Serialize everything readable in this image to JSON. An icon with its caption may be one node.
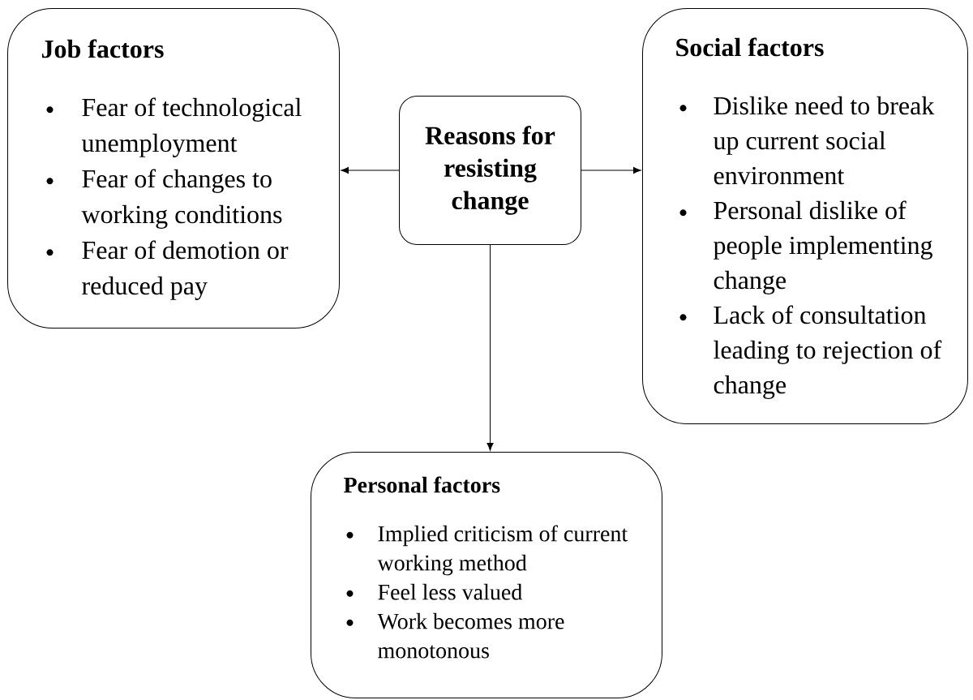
{
  "diagram": {
    "nodes": [
      {
        "text": [
          "Reasons for resisting change"
        ]
      },
      {
        "text": [
          "Job factors",
          "Fear of technological unemployment",
          "Fear of changes to working conditions",
          "Fear of demotion or reduced pay"
        ]
      },
      {
        "text": [
          "Social factors",
          "Dislike need to break up current social environment",
          "Personal dislike of people implementing change",
          "Lack of consultation leading to rejection of change"
        ]
      },
      {
        "text": [
          "Personal factors",
          "Implied criticism of current working method",
          "Feel less valued",
          "Work becomes more monotonous"
        ]
      }
    ],
    "edges": [
      {
        "from": 0,
        "to": 1,
        "arrow": "to"
      },
      {
        "from": 0,
        "to": 2,
        "arrow": "to"
      },
      {
        "from": 0,
        "to": 3,
        "arrow": "to"
      }
    ]
  }
}
